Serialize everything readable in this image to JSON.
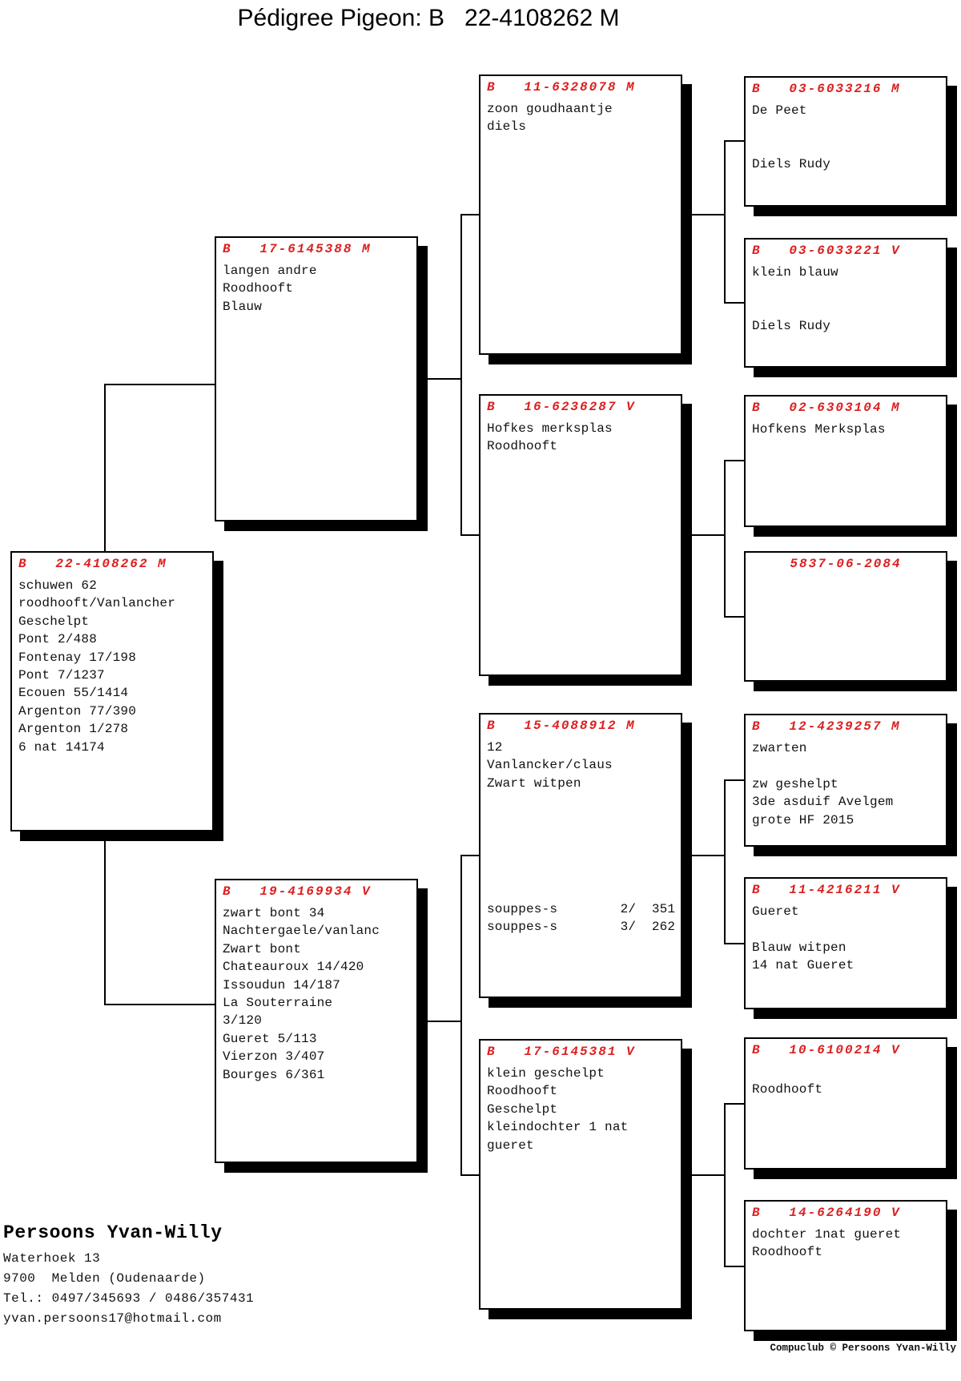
{
  "title": "Pédigree Pigeon: B   22-4108262 M",
  "colors": {
    "ring_red": "#dc2020",
    "text": "#111111",
    "shadow": "#000000"
  },
  "boxes": {
    "subject": {
      "header": "B   22-4108262 M",
      "body": "schuwen 62\nroodhooft/Vanlancher\nGeschelpt\nPont 2/488\nFontenay 17/198\nPont 7/1237\nEcouen 55/1414\nArgenton 77/390\nArgenton 1/278\n6 nat 14174"
    },
    "father": {
      "header": "B   17-6145388 M",
      "body": "langen andre\nRoodhooft\nBlauw"
    },
    "mother": {
      "header": "B   19-4169934 V",
      "body": "zwart bont 34\nNachtergaele/vanlanc\nZwart bont\nChateauroux 14/420\nIssoudun 14/187\nLa Souterraine\n3/120\nGueret 5/113\nVierzon 3/407\nBourges 6/361"
    },
    "pgf": {
      "header": "B   11-6328078 M",
      "body": "zoon goudhaantje\ndiels"
    },
    "pgm": {
      "header": "B   16-6236287 V",
      "body": "Hofkes merksplas\nRoodhooft"
    },
    "mgf": {
      "header": "B   15-4088912 M",
      "body": "12\nVanlancker/claus\nZwart witpen\n\n\n\n\n\n\nsouppes-s        2/  351\nsouppes-s        3/  262"
    },
    "mgm": {
      "header": "B   17-6145381 V",
      "body": "klein geschelpt\nRoodhooft\nGeschelpt\nkleindochter 1 nat\ngueret"
    },
    "ppgf": {
      "header": "B   03-6033216 M",
      "body": "De Peet\n\n\nDiels Rudy"
    },
    "ppgm": {
      "header": "B   03-6033221 V",
      "body": "klein blauw\n\n\nDiels Rudy"
    },
    "pmgf": {
      "header": "B   02-6303104 M",
      "body": "Hofkens Merksplas"
    },
    "pmgm": {
      "header": "5837-06-2084",
      "body": ""
    },
    "mpgf": {
      "header": "B   12-4239257 M",
      "body": "zwarten\n\nzw geshelpt\n3de asduif Avelgem\ngrote HF 2015"
    },
    "mpgm": {
      "header": "B   11-4216211 V",
      "body": "Gueret\n\nBlauw witpen\n14 nat Gueret"
    },
    "mmgf": {
      "header": "B   10-6100214 V",
      "body": "\nRoodhooft"
    },
    "mmgm": {
      "header": "B   14-6264190 V",
      "body": "dochter 1nat gueret\nRoodhooft"
    }
  },
  "owner": {
    "name": "Persoons Yvan-Willy",
    "address": "Waterhoek 13\n9700  Melden (Oudenaarde)\nTel.: 0497/345693 / 0486/357431\nyvan.persoons17@hotmail.com"
  },
  "credit": "Compuclub © Persoons Yvan-Willy"
}
